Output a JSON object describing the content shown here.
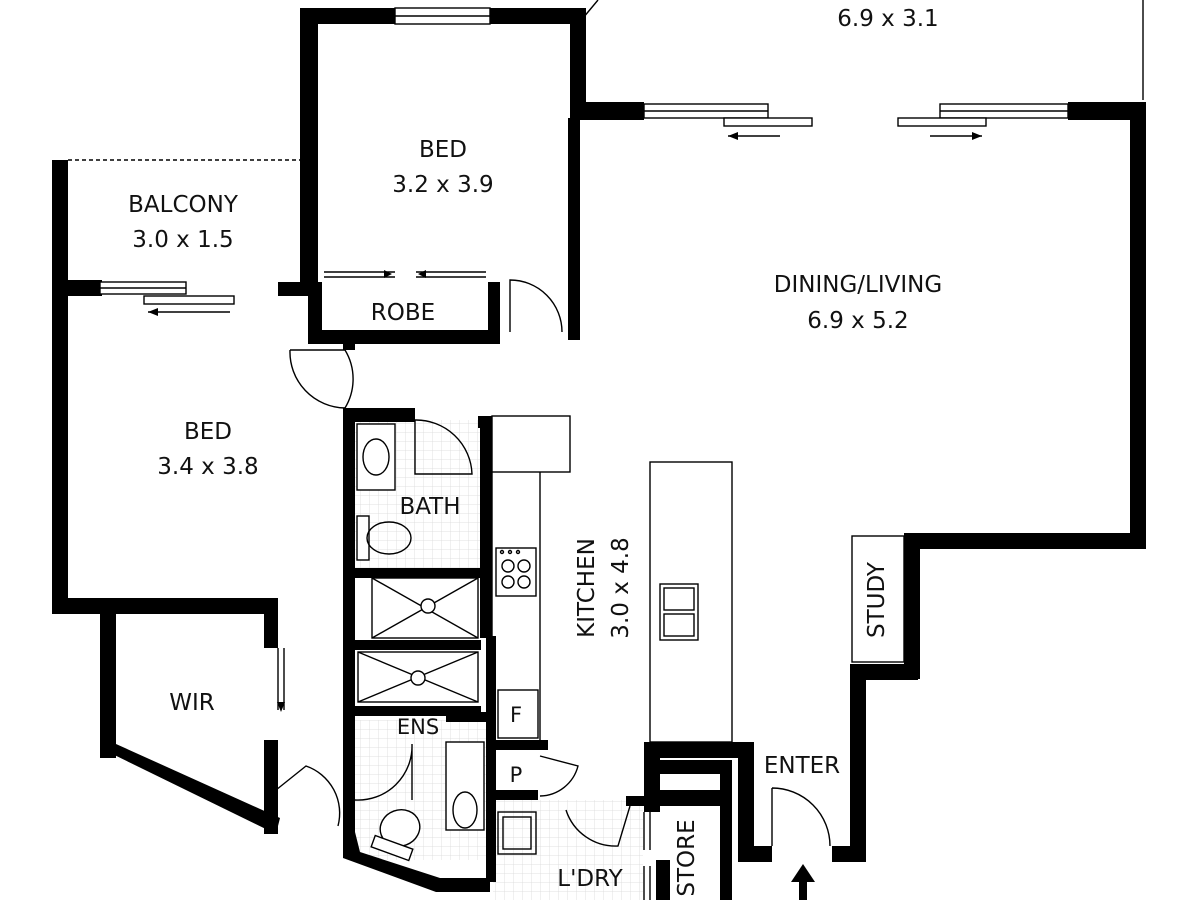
{
  "rooms": {
    "balcony_top": {
      "dims": "6.9 x 3.1"
    },
    "bed1": {
      "name": "BED",
      "dims": "3.2 x 3.9"
    },
    "balcony": {
      "name": "BALCONY",
      "dims": "3.0 x 1.5"
    },
    "robe": {
      "name": "ROBE"
    },
    "dining_living": {
      "name": "DINING/LIVING",
      "dims": "6.9 x 5.2"
    },
    "bed2": {
      "name": "BED",
      "dims": "3.4 x 3.8"
    },
    "bath": {
      "name": "BATH"
    },
    "kitchen": {
      "name": "KITCHEN",
      "dims": "3.0 x 4.8"
    },
    "study": {
      "name": "STUDY"
    },
    "wir": {
      "name": "WIR"
    },
    "ens": {
      "name": "ENS"
    },
    "fridge": {
      "name": "F"
    },
    "pantry": {
      "name": "P"
    },
    "enter": {
      "name": "ENTER"
    },
    "store": {
      "name": "STORE"
    },
    "laundry": {
      "name": "L'DRY"
    }
  },
  "icons": [
    "entry-arrow-icon",
    "door-swing-icon",
    "sliding-door-icon",
    "toilet-icon",
    "basin-icon",
    "shower-icon",
    "cooktop-icon",
    "sink-icon"
  ]
}
